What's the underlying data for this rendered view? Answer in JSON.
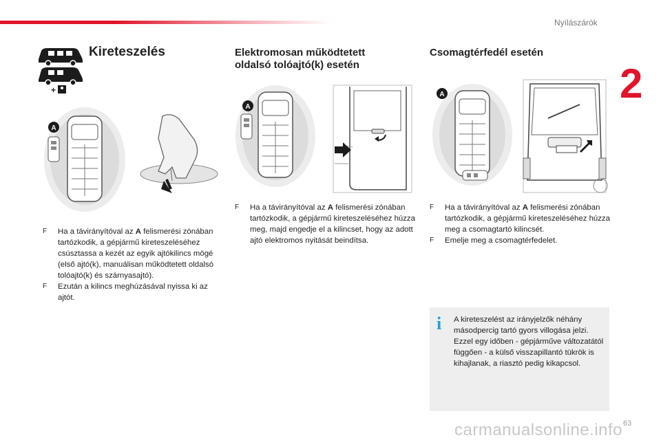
{
  "header": {
    "section": "Nyílászárók",
    "chapter": "2"
  },
  "col1": {
    "title": "Kireteszelés",
    "bullets": [
      {
        "marker": "F",
        "pre": "Ha a távirányítóval az ",
        "key": "A",
        "post": " felismerési zónában tartózkodik, a gépjármű kireteszeléséhez csúsztassa a kezét az egyik ajtókilincs mögé (első ajtó(k), manuálisan működtetett oldalsó tolóajtó(k) és szárnyasajtó)."
      },
      {
        "marker": "F",
        "pre": "Ezután a kilincs meghúzásával nyissa ki az ajtót.",
        "key": "",
        "post": ""
      }
    ],
    "label_a": "A"
  },
  "col2": {
    "title_line1": "Elektromosan működtetett",
    "title_line2": "oldalsó tolóajtó(k) esetén",
    "bullets": [
      {
        "marker": "F",
        "pre": "Ha a távirányítóval az ",
        "key": "A",
        "post": " felismerési zónában tartózkodik, a gépjármű kireteszeléséhez húzza meg, majd engedje el a kilincset, hogy az adott ajtó elektromos nyitását beindítsa."
      }
    ],
    "label_a": "A"
  },
  "col3": {
    "title": "Csomagtérfedél esetén",
    "bullets": [
      {
        "marker": "F",
        "pre": "Ha a távirányítóval az ",
        "key": "A",
        "post": " felismerési zónában tartózkodik, a gépjármű kireteszeléséhez húzza meg a csomagtartó kilincsét."
      },
      {
        "marker": "F",
        "pre": "Emelje meg a csomagtérfedelet.",
        "key": "",
        "post": ""
      }
    ],
    "label_a": "A"
  },
  "info": {
    "icon": "i",
    "text": "A kireteszelést az irányjelzők néhány másodpercig tartó gyors villogása jelzi. Ezzel egy időben - gépjárműve változatától függően - a külső visszapillantó tükrök is kihajlanak, a riasztó pedig kikapcsol."
  },
  "footer": {
    "page": "63",
    "watermark": "carmanualsonline.info"
  },
  "colors": {
    "accent": "#e0142b",
    "info": "#1ea3d8",
    "box": "#eeeeee"
  }
}
